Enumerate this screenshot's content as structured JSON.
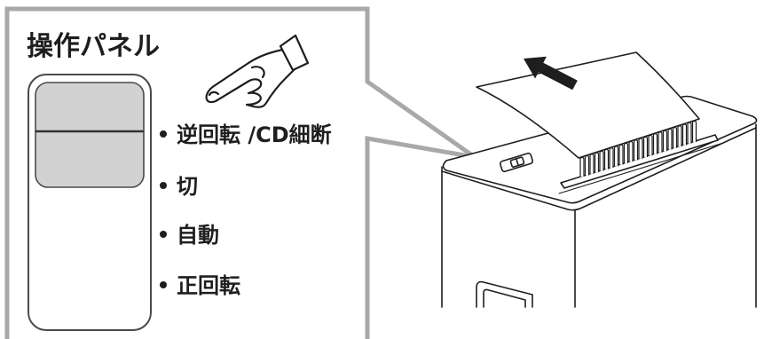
{
  "panel": {
    "title": "操作パネル",
    "labels": [
      "逆回転 /CD細断",
      "切",
      "自動",
      "正回転"
    ]
  },
  "icons": {
    "hand": "pointing-hand-icon",
    "arrow": "paper-direction-arrow-icon"
  },
  "colors": {
    "callout_border": "#a9a9a9",
    "rocker": "#d2d2d2",
    "ink": "#1e1e1e"
  }
}
